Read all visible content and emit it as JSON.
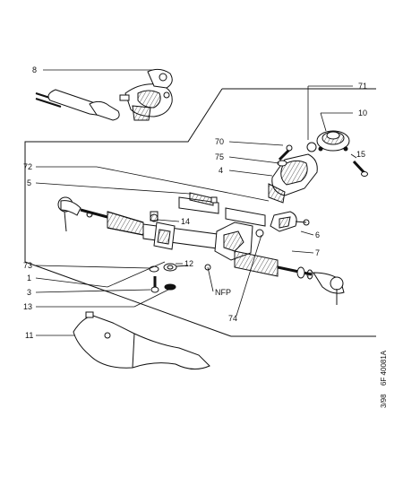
{
  "diagram": {
    "callouts": [
      "8",
      "71",
      "10",
      "70",
      "75",
      "4",
      "15",
      "72",
      "5",
      "14",
      "6",
      "7",
      "73",
      "1",
      "12",
      "3",
      "NFP",
      "13",
      "74",
      "11"
    ],
    "side_code": "3/98",
    "side_ref": "6F 40081A"
  }
}
